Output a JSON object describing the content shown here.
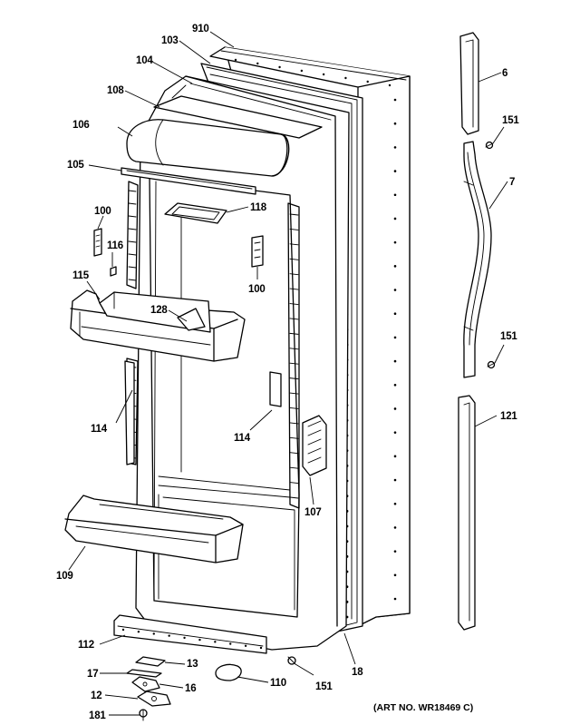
{
  "art_number": "(ART NO. WR18469 C)",
  "callouts": {
    "c910": "910",
    "c103": "103",
    "c104": "104",
    "c108": "108",
    "c106": "106",
    "c105": "105",
    "c100a": "100",
    "c116": "116",
    "c115": "115",
    "c128": "128",
    "c118": "118",
    "c100b": "100",
    "c114a": "114",
    "c114b": "114",
    "c107": "107",
    "c109": "109",
    "c112": "112",
    "c13": "13",
    "c17": "17",
    "c16": "16",
    "c12": "12",
    "c181": "181",
    "c110": "110",
    "c151a": "151",
    "c18": "18",
    "c6": "6",
    "c151b": "151",
    "c7": "7",
    "c151c": "151",
    "c121": "121"
  }
}
